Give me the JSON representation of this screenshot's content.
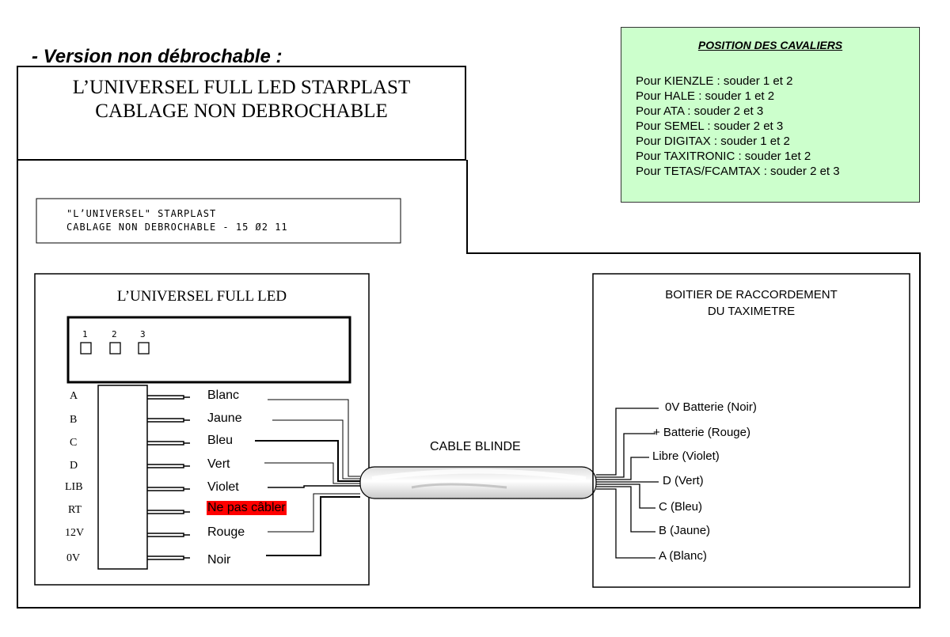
{
  "version_title": "- Version non débrochable :",
  "header_box": {
    "line1": "L’UNIVERSEL FULL LED STARPLAST",
    "line2": "CABLAGE NON DEBROCHABLE"
  },
  "jumper_box": {
    "title": "POSITION DES CAVALIERS",
    "items": [
      "Pour KIENZLE : souder 1 et 2",
      "Pour HALE : souder 1 et 2",
      "Pour ATA : souder 2 et 3",
      "Pour SEMEL : souder 2 et 3",
      "Pour DIGITAX : souder 1 et 2",
      "Pour TAXITRONIC : souder 1et 2",
      "Pour TETAS/FCAMTAX : souder 2 et 3"
    ],
    "bg_color": "#ccffcc"
  },
  "label_plate": {
    "line1": "\"L’UNIVERSEL\" STARPLAST",
    "line2": "CABLAGE NON DEBROCHABLE - 15 Ø2 11"
  },
  "device": {
    "title": "L’UNIVERSEL FULL LED",
    "jumpers": [
      "1",
      "2",
      "3"
    ],
    "pins": [
      "A",
      "B",
      "C",
      "D",
      "LIB",
      "RT",
      "12V",
      "0V"
    ],
    "wires": [
      "Blanc",
      "Jaune",
      "Bleu",
      "Vert",
      "Violet",
      "Ne pas câbler",
      "Rouge",
      "Noir"
    ],
    "warning_color": "#ff0000"
  },
  "cable_label": "CABLE BLINDE",
  "junction_box": {
    "title_line1": "BOITIER DE RACCORDEMENT",
    "title_line2": "DU TAXIMETRE",
    "terminals": [
      "0V Batterie (Noir)",
      "+ Batterie (Rouge)",
      "Libre (Violet)",
      "D (Vert)",
      "C (Bleu)",
      "B (Jaune)",
      "A (Blanc)"
    ]
  }
}
